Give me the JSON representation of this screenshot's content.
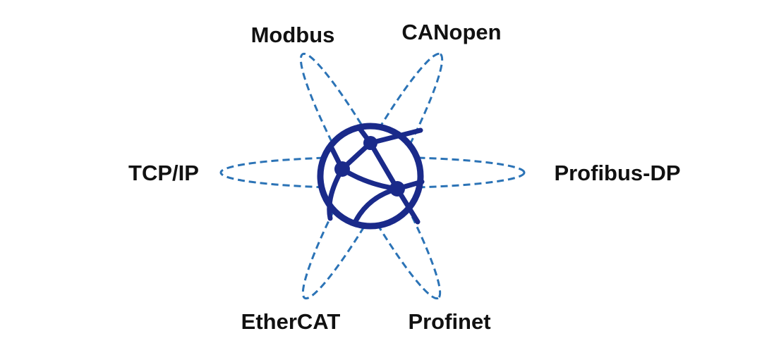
{
  "labels": {
    "modbus": "Modbus",
    "canopen": "CANopen",
    "tcpip": "TCP/IP",
    "profibus": "Profibus-DP",
    "ethercat": "EtherCAT",
    "profinet": "Profinet"
  },
  "colors": {
    "orbit": "#2b73b6",
    "globe": "#1a2a8a",
    "text": "#111111"
  },
  "icons": {
    "center": "network-globe-icon"
  }
}
